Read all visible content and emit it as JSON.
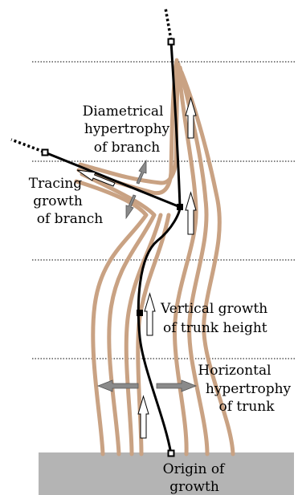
{
  "labels": {
    "diametrical": [
      "Diametrical",
      "hypertrophy",
      "of branch"
    ],
    "tracing": [
      "Tracing",
      "growth",
      "of branch"
    ],
    "vertical": [
      "Vertical growth",
      "of trunk height"
    ],
    "horizontal": [
      "Horizontal",
      "hypertrophy",
      "of trunk"
    ],
    "origin": [
      "Origin of",
      "growth"
    ]
  },
  "colors": {
    "growth_ring": "#c9a283",
    "base": "#b4b4b4",
    "arrow_outline": "#ffffff",
    "arrow_gray": "#8a8a8a",
    "skeleton": "#000000"
  }
}
